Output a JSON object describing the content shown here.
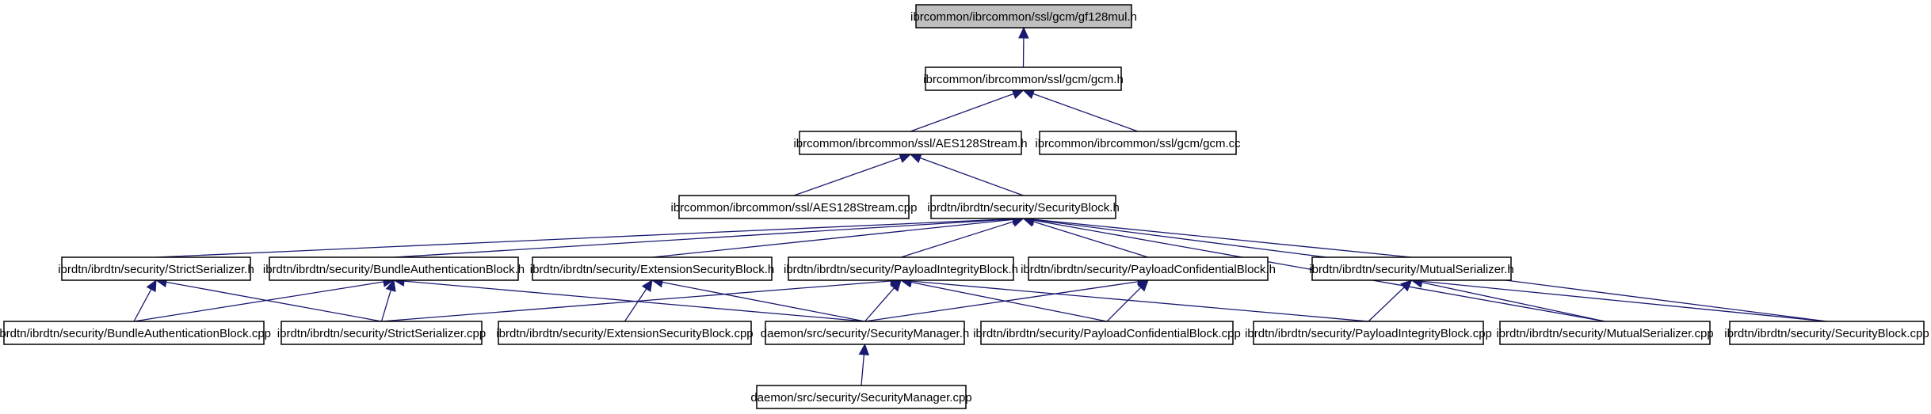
{
  "colors": {
    "edge": "#191970",
    "root_fill": "#bfbfbf",
    "node_fill": "#ffffff",
    "node_border": "#000000"
  },
  "nodes": [
    {
      "id": "gf128mul_h",
      "label": "ibrcommon/ibrcommon/ssl/gcm/gf128mul.h",
      "root": true
    },
    {
      "id": "gcm_h",
      "label": "ibrcommon/ibrcommon/ssl/gcm/gcm.h"
    },
    {
      "id": "aes128stream_h",
      "label": "ibrcommon/ibrcommon/ssl/AES128Stream.h"
    },
    {
      "id": "gcm_cc",
      "label": "ibrcommon/ibrcommon/ssl/gcm/gcm.cc"
    },
    {
      "id": "aes128stream_cpp",
      "label": "ibrcommon/ibrcommon/ssl/AES128Stream.cpp"
    },
    {
      "id": "securityblock_h",
      "label": "ibrdtn/ibrdtn/security/SecurityBlock.h"
    },
    {
      "id": "strictserializer_h",
      "label": "ibrdtn/ibrdtn/security/StrictSerializer.h"
    },
    {
      "id": "bundleauth_h",
      "label": "ibrdtn/ibrdtn/security/BundleAuthenticationBlock.h"
    },
    {
      "id": "extsec_h",
      "label": "ibrdtn/ibrdtn/security/ExtensionSecurityBlock.h"
    },
    {
      "id": "payloadint_h",
      "label": "ibrdtn/ibrdtn/security/PayloadIntegrityBlock.h"
    },
    {
      "id": "payloadconf_h",
      "label": "ibrdtn/ibrdtn/security/PayloadConfidentialBlock.h"
    },
    {
      "id": "mutualser_h",
      "label": "ibrdtn/ibrdtn/security/MutualSerializer.h"
    },
    {
      "id": "bundleauth_cpp",
      "label": "ibrdtn/ibrdtn/security/BundleAuthenticationBlock.cpp"
    },
    {
      "id": "strictserializer_cpp",
      "label": "ibrdtn/ibrdtn/security/StrictSerializer.cpp"
    },
    {
      "id": "extsec_cpp",
      "label": "ibrdtn/ibrdtn/security/ExtensionSecurityBlock.cpp"
    },
    {
      "id": "secmanager_h",
      "label": "daemon/src/security/SecurityManager.h"
    },
    {
      "id": "payloadconf_cpp",
      "label": "ibrdtn/ibrdtn/security/PayloadConfidentialBlock.cpp"
    },
    {
      "id": "payloadint_cpp",
      "label": "ibrdtn/ibrdtn/security/PayloadIntegrityBlock.cpp"
    },
    {
      "id": "mutualser_cpp",
      "label": "ibrdtn/ibrdtn/security/MutualSerializer.cpp"
    },
    {
      "id": "securityblock_cpp",
      "label": "ibrdtn/ibrdtn/security/SecurityBlock.cpp"
    },
    {
      "id": "secmanager_cpp",
      "label": "daemon/src/security/SecurityManager.cpp"
    }
  ],
  "edges": [
    {
      "from": "gcm_h",
      "to": "gf128mul_h"
    },
    {
      "from": "aes128stream_h",
      "to": "gcm_h"
    },
    {
      "from": "gcm_cc",
      "to": "gcm_h"
    },
    {
      "from": "aes128stream_cpp",
      "to": "aes128stream_h"
    },
    {
      "from": "securityblock_h",
      "to": "aes128stream_h"
    },
    {
      "from": "strictserializer_h",
      "to": "securityblock_h"
    },
    {
      "from": "bundleauth_h",
      "to": "securityblock_h"
    },
    {
      "from": "extsec_h",
      "to": "securityblock_h"
    },
    {
      "from": "payloadint_h",
      "to": "securityblock_h"
    },
    {
      "from": "payloadconf_h",
      "to": "securityblock_h"
    },
    {
      "from": "mutualser_h",
      "to": "securityblock_h"
    },
    {
      "from": "mutualser_cpp",
      "to": "securityblock_h"
    },
    {
      "from": "securityblock_cpp",
      "to": "securityblock_h"
    },
    {
      "from": "bundleauth_cpp",
      "to": "strictserializer_h"
    },
    {
      "from": "strictserializer_cpp",
      "to": "strictserializer_h"
    },
    {
      "from": "bundleauth_cpp",
      "to": "bundleauth_h"
    },
    {
      "from": "strictserializer_cpp",
      "to": "bundleauth_h"
    },
    {
      "from": "secmanager_h",
      "to": "bundleauth_h"
    },
    {
      "from": "extsec_cpp",
      "to": "extsec_h"
    },
    {
      "from": "secmanager_h",
      "to": "extsec_h"
    },
    {
      "from": "strictserializer_cpp",
      "to": "payloadint_h"
    },
    {
      "from": "secmanager_h",
      "to": "payloadint_h"
    },
    {
      "from": "payloadconf_cpp",
      "to": "payloadint_h"
    },
    {
      "from": "payloadint_cpp",
      "to": "payloadint_h"
    },
    {
      "from": "secmanager_h",
      "to": "payloadconf_h"
    },
    {
      "from": "payloadconf_cpp",
      "to": "payloadconf_h"
    },
    {
      "from": "payloadint_cpp",
      "to": "mutualser_h"
    },
    {
      "from": "mutualser_cpp",
      "to": "mutualser_h"
    },
    {
      "from": "securityblock_cpp",
      "to": "mutualser_h"
    },
    {
      "from": "secmanager_cpp",
      "to": "secmanager_h"
    }
  ]
}
